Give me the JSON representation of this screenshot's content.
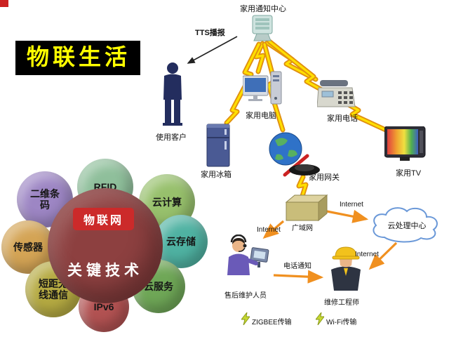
{
  "title": "物联生活",
  "home": {
    "notification_center": "家用通知中心",
    "tts": "TTS播报",
    "user": "使用客户",
    "computer": "家用电脑",
    "phone": "家用电话",
    "fridge": "家用冰箱",
    "gateway": "家用网关",
    "tv": "家用TV"
  },
  "flower": {
    "center_title": "物联网",
    "center_subtitle": "关键技术",
    "center_color": "#8d4040",
    "center_badge_color": "#cc2a2a",
    "petals": [
      {
        "label": "RFID",
        "color": "#8fbf9b"
      },
      {
        "label": "二维条码",
        "color": "#9d86c4"
      },
      {
        "label": "云计算",
        "color": "#97c06c"
      },
      {
        "label": "传感器",
        "color": "#d4a455"
      },
      {
        "label": "云存储",
        "color": "#4fb2a2"
      },
      {
        "label": "短距无线通信",
        "color": "#b5aa42"
      },
      {
        "label": "云服务",
        "color": "#6fa757"
      },
      {
        "label": "IPv6",
        "color": "#b25252"
      }
    ]
  },
  "wan_section": {
    "wan": "广域网",
    "internet_to_cloud": "Internet",
    "internet_to_support": "Internet",
    "internet_to_engineer": "Internet",
    "cloud": "云处理中心",
    "support": "售后维护人员",
    "phone_notice": "电话通知",
    "engineer": "维修工程师",
    "zigbee": "ZIGBEE传输",
    "wifi": "Wi-Fi传输"
  },
  "colors": {
    "bolt": "#ffdf00",
    "bolt_edge": "#e09010",
    "arrow": "#f09020",
    "title_bg": "#000000",
    "title_fg": "#ffff00"
  }
}
